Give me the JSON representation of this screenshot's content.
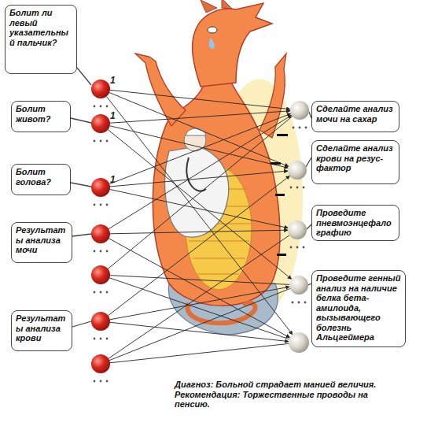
{
  "diagram": {
    "nodes": [
      {
        "text": [
          "Болит ли левый указательный пальчик?"
        ]
      },
      {
        "text": [
          "Болит живот?"
        ]
      },
      {
        "text": [
          "Болит голова?"
        ]
      },
      {
        "text": [
          "Результаты анализа мочи"
        ]
      },
      {
        "text": [
          "Результаты анализа крови"
        ]
      },
      {
        "text": [
          "Сделайте анализ мочи на сахар"
        ]
      },
      {
        "text": [
          "Сделайте анализ крови на резус-фактор"
        ]
      },
      {
        "text": [
          "Проведите пневмоэнцефалографию"
        ]
      },
      {
        "text": [
          "Проведите генный анализ на наличие белка бета-амилоида, вызывающего болезнь Альцгеймера"
        ]
      },
      {
        "text": [
          "Диагноз: Больной страдает манией величия.",
          "Рекомендация: Торжественные проводы на пенсию."
        ]
      }
    ],
    "edges": [
      {
        "from": 0,
        "to": 5,
        "arrow": "to"
      },
      {
        "from": 0,
        "to": 6,
        "arrow": "to"
      },
      {
        "from": 0,
        "to": 9,
        "arrow": "to"
      },
      {
        "from": 1,
        "to": 5,
        "arrow": "to"
      },
      {
        "from": 1,
        "to": 6,
        "arrow": "to"
      },
      {
        "from": 1,
        "to": 8,
        "arrow": "to"
      },
      {
        "from": 2,
        "to": 5,
        "arrow": "to"
      },
      {
        "from": 2,
        "to": 6,
        "arrow": "to"
      },
      {
        "from": 2,
        "to": 7,
        "arrow": "to"
      },
      {
        "from": 3,
        "to": 5,
        "arrow": "to"
      },
      {
        "from": 3,
        "to": 7,
        "arrow": "to"
      },
      {
        "from": 3,
        "to": 9,
        "arrow": "to"
      },
      {
        "from": 4,
        "to": 6,
        "arrow": "to"
      },
      {
        "from": 4,
        "to": 8,
        "arrow": "to"
      },
      {
        "from": 4,
        "to": 9,
        "arrow": "to"
      }
    ],
    "labels": [
      "1",
      "1",
      "1"
    ]
  }
}
